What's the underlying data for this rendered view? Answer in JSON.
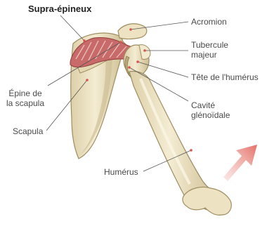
{
  "diagram": {
    "title": "Supra-épineux",
    "labels": {
      "acromion": "Acromion",
      "tubercule": [
        "Tubercule",
        "majeur"
      ],
      "tete": "Tête de l'humérus",
      "epine": [
        "Épine de",
        "la scapula"
      ],
      "cavite": [
        "Cavité",
        "glénoïdale"
      ],
      "scapula": "Scapula",
      "humerus": "Humérus"
    },
    "colors": {
      "bone": "#ede3c3",
      "bone_shadow": "#c9ba8e",
      "bone_outline": "#9e8d60",
      "muscle": "#c96a6a",
      "muscle_stripe": "#e9c3be",
      "leader": "#555555",
      "marker": "#d9534f",
      "arrow": "#e8827a"
    },
    "icons": {
      "arrow": "movement-arrow-icon"
    }
  }
}
